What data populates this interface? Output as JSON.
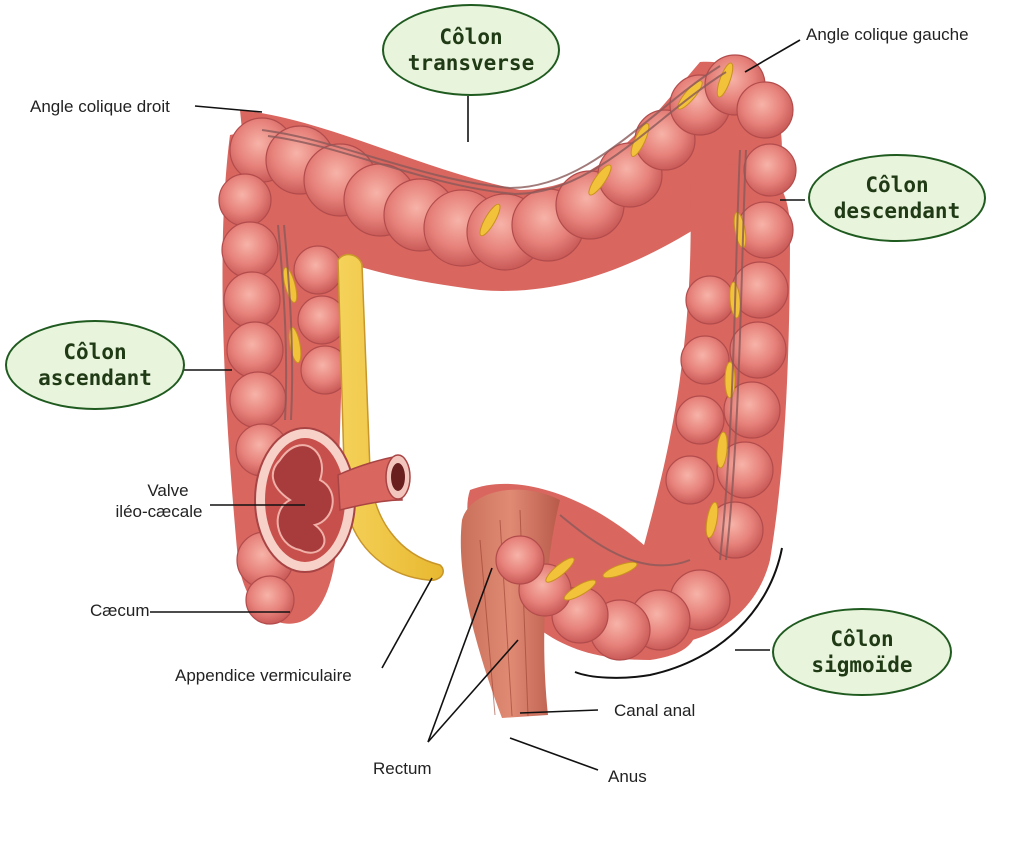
{
  "title_bubbles": {
    "transverse": {
      "line1": "Côlon",
      "line2": "transverse"
    },
    "descendant": {
      "line1": "Côlon",
      "line2": "descendant"
    },
    "ascendant": {
      "line1": "Côlon",
      "line2": "ascendant"
    },
    "sigmoide": {
      "line1": "Côlon",
      "line2": "sigmoïde"
    }
  },
  "labels": {
    "angle_droit": "Angle colique droit",
    "angle_gauche": "Angle colique gauche",
    "valve_line1": "Valve",
    "valve_line2": "iléo-cæcale",
    "caecum": "Cæcum",
    "appendice": "Appendice vermiculaire",
    "canal_anal": "Canal anal",
    "rectum": "Rectum",
    "anus": "Anus"
  },
  "colors": {
    "colon": "#e0746e",
    "colon_light": "#f4a49b",
    "colon_dark": "#b84848",
    "fat": "#f2c23a",
    "bubble_fill": "#e8f4dc",
    "bubble_border": "#1f5a1f"
  }
}
